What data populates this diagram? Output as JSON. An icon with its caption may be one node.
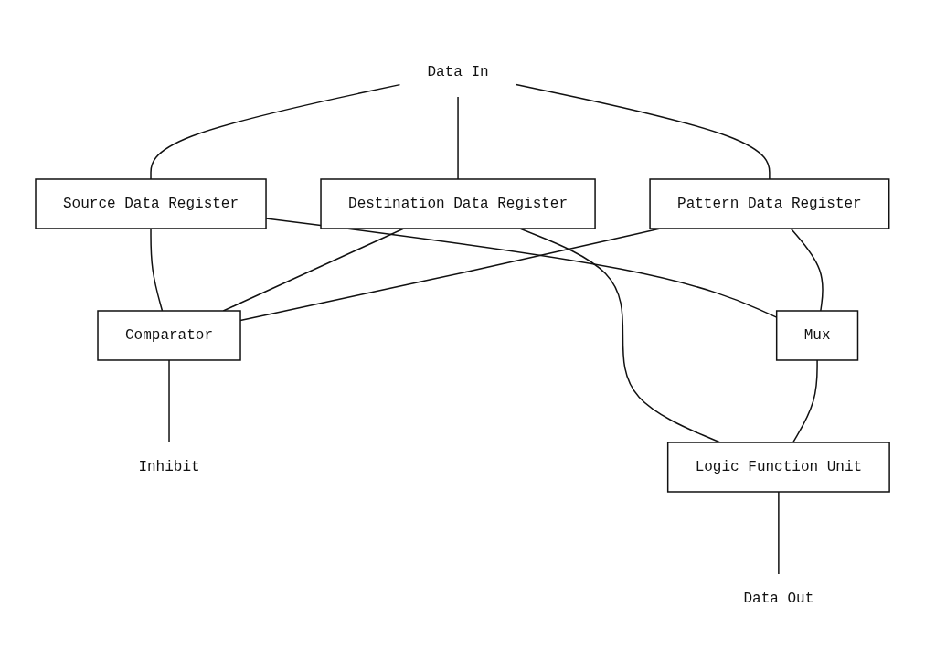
{
  "diagram": {
    "nodes": [
      {
        "text": [
          "Data In"
        ]
      },
      {
        "text": [
          "Source Data Register"
        ]
      },
      {
        "text": [
          "Destination Data Register"
        ]
      },
      {
        "text": [
          "Pattern Data Register"
        ]
      },
      {
        "text": [
          "Comparator"
        ]
      },
      {
        "text": [
          "Inhibit"
        ]
      },
      {
        "text": [
          "Mux"
        ]
      },
      {
        "text": [
          "Logic Function Unit"
        ]
      },
      {
        "text": [
          "Data Out"
        ]
      }
    ],
    "edges": [
      {
        "from": 0,
        "to": 1,
        "arrow": "none"
      },
      {
        "from": 0,
        "to": 2,
        "arrow": "none"
      },
      {
        "from": 0,
        "to": 3,
        "arrow": "none"
      },
      {
        "from": 1,
        "to": 4,
        "arrow": "none"
      },
      {
        "from": 1,
        "to": 6,
        "arrow": "none"
      },
      {
        "from": 2,
        "to": 4,
        "arrow": "none"
      },
      {
        "from": 2,
        "to": 7,
        "arrow": "none"
      },
      {
        "from": 3,
        "to": 4,
        "arrow": "none"
      },
      {
        "from": 3,
        "to": 6,
        "arrow": "none"
      },
      {
        "from": 4,
        "to": 5,
        "arrow": "none"
      },
      {
        "from": 6,
        "to": 7,
        "arrow": "none"
      },
      {
        "from": 7,
        "to": 8,
        "arrow": "none"
      }
    ]
  }
}
